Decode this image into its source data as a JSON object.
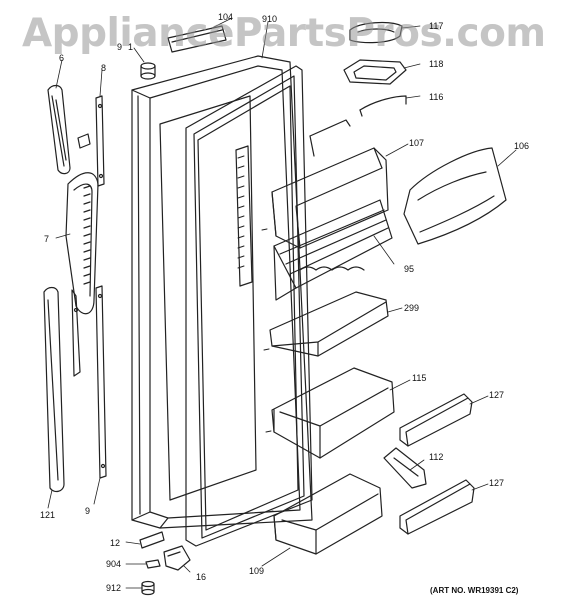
{
  "watermark": "AppliancePartsPros.com",
  "art_number": "(ART NO. WR19391 C2)",
  "callouts": {
    "c104": "104",
    "c910": "910",
    "c9a": "9",
    "c1": "1",
    "c6": "6",
    "c8": "8",
    "c7": "7",
    "c117": "117",
    "c118": "118",
    "c116": "116",
    "c107": "107",
    "c106": "106",
    "c95": "95",
    "c299": "299",
    "c115": "115",
    "c127a": "127",
    "c112": "112",
    "c127b": "127",
    "c109": "109",
    "c121": "121",
    "c9b": "9",
    "c12": "12",
    "c904": "904",
    "c16": "16",
    "c912": "912"
  }
}
